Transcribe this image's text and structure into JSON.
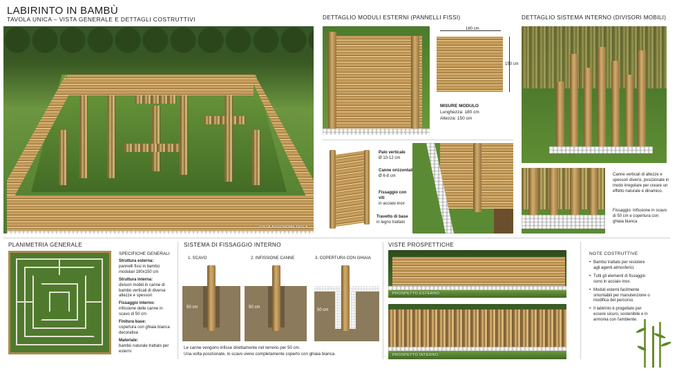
{
  "header": {
    "title": "LABIRINTO IN BAMBÙ",
    "subtitle": "TAVOLA UNICA – VISTA GENERALE E DETTAGLI COSTRUTTIVI"
  },
  "hero": {
    "caption": "VISTA ASSONOMETRICA"
  },
  "external": {
    "title": "DETTAGLIO MODULI ESTERNI (PANNELLI FISSI)",
    "dim_w": "180 cm",
    "dim_h": "150 cm",
    "measures_title": "MISURE MODULO",
    "measures_l": "Lunghezza: 180 cm",
    "measures_h": "Altezza: 150 cm",
    "labels": [
      {
        "title": "Palo verticale",
        "text": "Ø 10-12 cm"
      },
      {
        "title": "Canne orizzontali",
        "text": "Ø 6-8 cm"
      },
      {
        "title": "Fissaggio con viti",
        "text": "in acciaio inox"
      },
      {
        "title": "Travetto di base",
        "text": "in legno trattato"
      }
    ]
  },
  "internal": {
    "title": "DETTAGLIO SISTEMA INTERNO (DIVISORI MOBILI)",
    "desc": "Canne verticali di altezze e spessori diversi, posizionate in modo irregolare per creare un effetto naturale e dinamico.",
    "fix": "Fissaggio: Infissione in scavo di 50 cm e copertura con ghiaia bianca"
  },
  "plan": {
    "title": "PLANIMETRIA GENERALE"
  },
  "specs": {
    "title": "SPECIFICHE GENERALI",
    "items": [
      {
        "label": "Struttura esterna:",
        "text": "pannelli fissi in bambù modulari 180x150 cm"
      },
      {
        "label": "Struttura interna:",
        "text": "divisori mobili in canne di bambù verticali di diverse altezze e spessori"
      },
      {
        "label": "Fissaggio interno:",
        "text": "infissione delle canne in scavo di 50 cm"
      },
      {
        "label": "Finitura base:",
        "text": "copertura con ghiaia bianca decorativa"
      },
      {
        "label": "Materiale:",
        "text": "bambù naturale trattato per esterni"
      }
    ]
  },
  "fixing": {
    "title": "SISTEMA DI FISSAGGIO INTERNO",
    "steps": [
      "1. SCAVO",
      "2. INFISSIONE CANNE",
      "3. COPERTURA CON GHIAIA"
    ],
    "depth": "50 cm",
    "note1": "Le canne vengono infisse direttamente nel terreno per 50 cm.",
    "note2": "Una volta posizionate, lo scavo viene completamente coperto con ghiaia bianca."
  },
  "views": {
    "title": "VISTE PROSPETTICHE",
    "ext": "PROSPETTO ESTERNO",
    "int": "PROSPETTO INTERNO"
  },
  "notes": {
    "title": "NOTE COSTRUTTIVE",
    "items": [
      "Bambù trattato per resistere agli agenti atmosferici.",
      "Tutti gli elementi di fissaggio sono in acciaio inox.",
      "Moduli esterni facilmente smontabili per manutenzione o modifica del percorso.",
      "Il labirinto è progettato per essere sicuro, sostenibile e in armonia con l'ambiente."
    ]
  },
  "colors": {
    "bamboo": "#c9a568",
    "grass": "#5a8a32",
    "gravel": "#e9e9e9"
  }
}
